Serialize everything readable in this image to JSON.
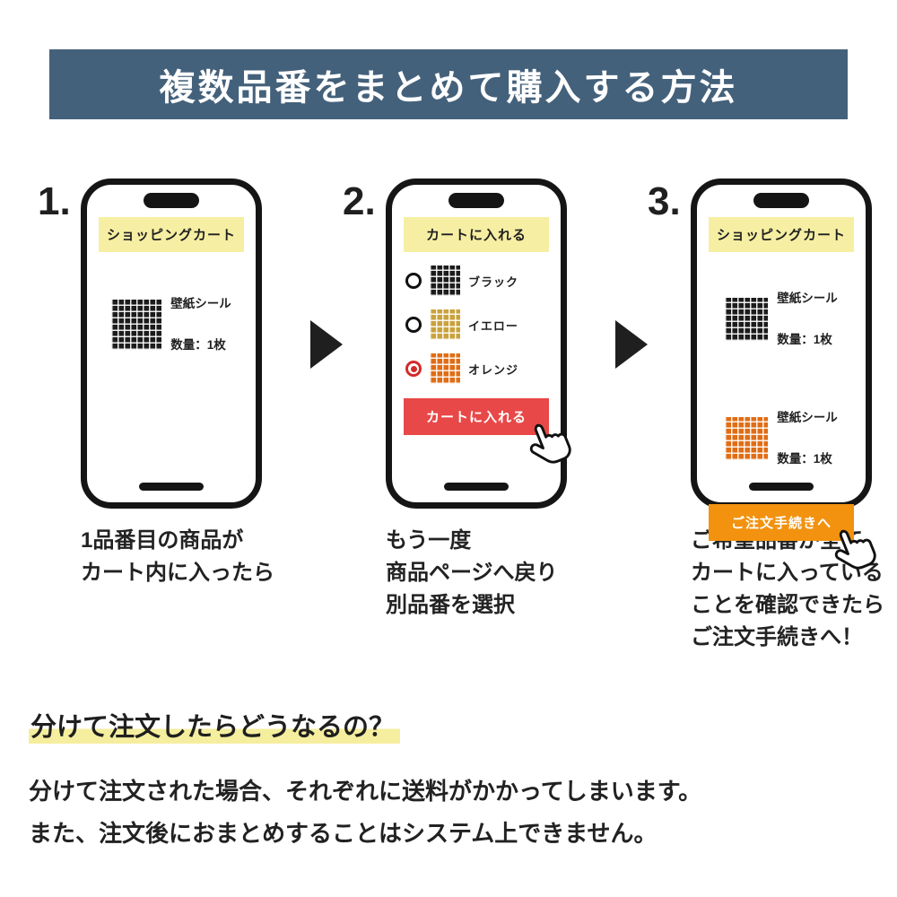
{
  "header": {
    "title": "複数品番をまとめて購入する方法"
  },
  "steps": [
    {
      "number": "1.",
      "phone": {
        "banner": "ショッピングカート",
        "products": [
          {
            "swatch": "black",
            "name": "壁紙シール",
            "qty": "数量：1枚"
          }
        ]
      },
      "caption": "1品番目の商品が\nカート内に入ったら"
    },
    {
      "number": "2.",
      "phone": {
        "banner": "カートに入れる",
        "options": [
          {
            "swatch": "black",
            "label": "ブラック",
            "selected": false
          },
          {
            "swatch": "yellow",
            "label": "イエロー",
            "selected": false
          },
          {
            "swatch": "orange",
            "label": "オレンジ",
            "selected": true
          }
        ],
        "button": "カートに入れる"
      },
      "caption": "もう一度\n商品ページへ戻り\n別品番を選択"
    },
    {
      "number": "3.",
      "phone": {
        "banner": "ショッピングカート",
        "products": [
          {
            "swatch": "black",
            "name": "壁紙シール",
            "qty": "数量：1枚"
          },
          {
            "swatch": "orange",
            "name": "壁紙シール",
            "qty": "数量：1枚"
          }
        ],
        "button": "ご注文手続きへ"
      },
      "caption": "ご希望品番が全て\nカートに入っている\nことを確認できたら\nご注文手続きへ！"
    }
  ],
  "note": {
    "heading": "分けて注文したらどうなるの？",
    "body": "分けて注文された場合、それぞれに送料がかかってしまいます。\nまた、注文後におまとめすることはシステム上できません。"
  },
  "colors": {
    "header-bg": "#44617b",
    "banner-yellow": "#f6efa3",
    "button-red": "#e84848",
    "button-orange": "#f2920f",
    "highlight-yellow": "#f5ee9e",
    "swatch-black": "#1c1c1c",
    "swatch-yellow": "#c9a23d",
    "swatch-orange": "#e06d15",
    "radio-selected": "#d42a2a"
  }
}
